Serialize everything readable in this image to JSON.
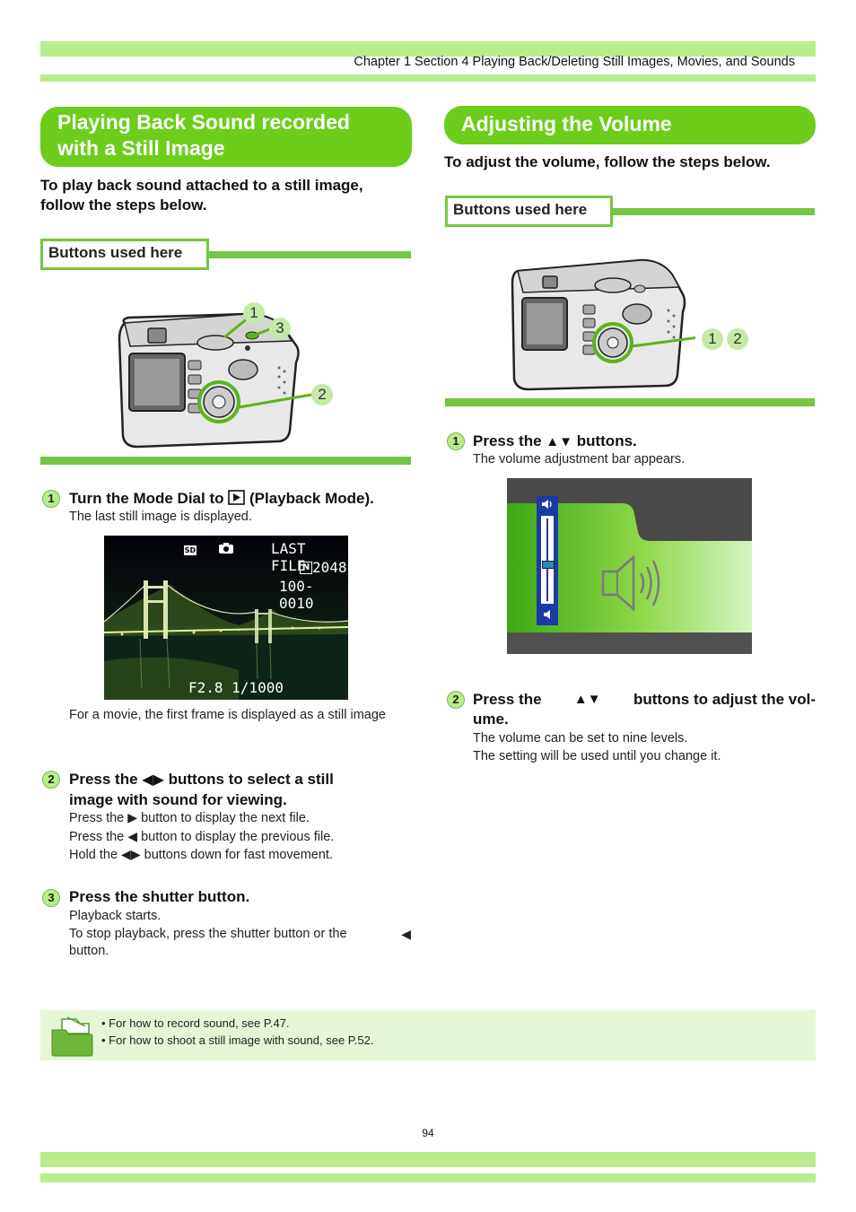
{
  "header": {
    "chapter": "Chapter 1 Section 4 Playing Back/Deleting Still Images, Movies, and Sounds"
  },
  "left": {
    "heading_line1": "Playing Back Sound recorded",
    "heading_line2": "with a Still Image",
    "intro_line1": "To play back sound attached to a still image,",
    "intro_line2": "follow the steps below.",
    "buttons_label": "Buttons used here",
    "callouts": [
      "1",
      "3",
      "2"
    ],
    "step1": {
      "num": "1",
      "title_pre": "Turn the Mode Dial to",
      "title_post": "(Playback Mode).",
      "text": "The last still image is displayed."
    },
    "screen": {
      "sd": "SD",
      "last_file": "LAST FILE",
      "n": "N",
      "count": "2048",
      "file": "100-0010",
      "exposure": "F2.8 1/1000"
    },
    "note_movie": "For a movie, the first frame is displayed as a still image",
    "step2": {
      "num": "2",
      "title_pre": "Press the",
      "title_post": "buttons to select a still",
      "title_line2": "image with sound for viewing.",
      "l1_pre": "Press the",
      "l1_post": "button to display the next file.",
      "l2_pre": "Press the",
      "l2_post": "button to display the previous file.",
      "l3_pre": "Hold the",
      "l3_post": "buttons down for fast movement."
    },
    "step3": {
      "num": "3",
      "title": "Press the shutter button.",
      "l1": "Playback starts.",
      "l2": "To stop playback, press the shutter button or the",
      "l3": "button."
    }
  },
  "right": {
    "heading": "Adjusting the Volume",
    "intro": "To adjust the volume, follow the steps below.",
    "buttons_label": "Buttons used here",
    "callouts": [
      "1",
      "2"
    ],
    "step1": {
      "num": "1",
      "title_pre": "Press the",
      "title_post": "buttons.",
      "text": "The volume adjustment bar appears."
    },
    "volume_level": 0.5,
    "step2": {
      "num": "2",
      "title_pre": "Press the",
      "title_post": "buttons to adjust the vol-",
      "title_line2": "ume.",
      "l1": "The volume can be set to nine levels.",
      "l2": "The setting will be used until you change it."
    }
  },
  "notes": [
    "• For how to record sound, see P.47.",
    "• For how to shoot a still image with sound, see P.52."
  ],
  "page_number": "94",
  "colors": {
    "band": "#b8ec8c",
    "heading": "#6ccd1b",
    "rule": "#74c644",
    "note_bg": "#e4f6d6"
  }
}
